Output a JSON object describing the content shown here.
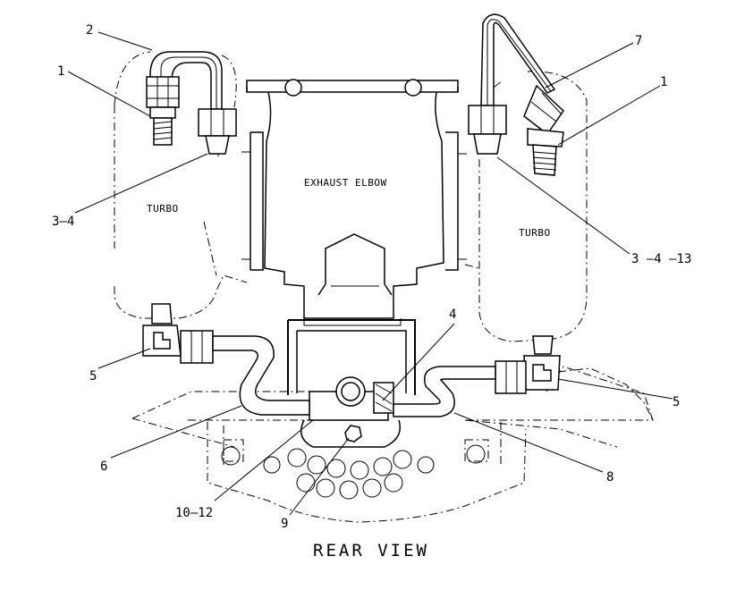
{
  "diagram": {
    "caption": "REAR VIEW",
    "text_labels": {
      "exhaust_elbow": "EXHAUST ELBOW",
      "turbo_left": "TURBO",
      "turbo_right": "TURBO"
    },
    "callouts": [
      {
        "id": "c-2-left",
        "text": "2"
      },
      {
        "id": "c-1-left",
        "text": "1"
      },
      {
        "id": "c-3-4-left",
        "text": "3–4"
      },
      {
        "id": "c-5-left",
        "text": "5"
      },
      {
        "id": "c-6",
        "text": "6"
      },
      {
        "id": "c-10-12",
        "text": "10–12"
      },
      {
        "id": "c-9",
        "text": "9"
      },
      {
        "id": "c-4-center",
        "text": "4"
      },
      {
        "id": "c-7",
        "text": "7"
      },
      {
        "id": "c-1-right",
        "text": "1"
      },
      {
        "id": "c-3-4-13",
        "text": "3 –4 –13"
      },
      {
        "id": "c-5-right",
        "text": "5"
      },
      {
        "id": "c-8",
        "text": "8"
      }
    ]
  }
}
